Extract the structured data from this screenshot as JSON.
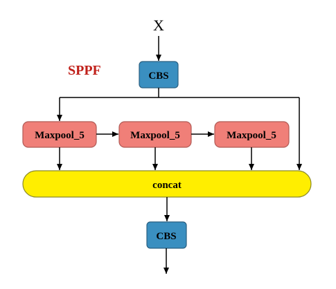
{
  "diagram": {
    "title": "SPPF",
    "input_label": "X",
    "cbs_top_label": "CBS",
    "maxpool_labels": [
      "Maxpool_5",
      "Maxpool_5",
      "Maxpool_5"
    ],
    "concat_label": "concat",
    "cbs_bottom_label": "CBS"
  },
  "colors": {
    "title": "#c0201a",
    "cbs_fill": "#3a8fc0",
    "cbs_stroke": "#2a5f80",
    "maxpool_fill": "#f07f78",
    "maxpool_stroke": "#b05a55",
    "concat_fill": "#ffee00",
    "concat_stroke": "#8c8a2a",
    "line": "#000000"
  }
}
